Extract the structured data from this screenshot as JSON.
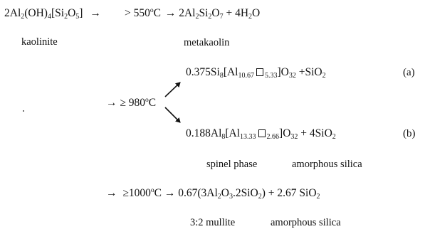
{
  "line1": {
    "reactant_coef": "2Al",
    "reactant_s1": "2",
    "reactant_mid": "(OH)",
    "reactant_s2": "4",
    "reactant_br": "[Si",
    "reactant_s3": "2",
    "reactant_o": "O",
    "reactant_s4": "5",
    "reactant_end": "]",
    "arrow1": "→",
    "temp": "> 550",
    "temp_deg": "o",
    "temp_c": "C",
    "arrow2": "→",
    "product_a": "2Al",
    "product_s1": "2",
    "product_b": "Si",
    "product_s2": "2",
    "product_c": "O",
    "product_s3": "7",
    "product_d": " + 4H",
    "product_s4": "2",
    "product_e": "O"
  },
  "labels_row1": {
    "left": "kaolinite",
    "right": "metakaolin"
  },
  "reaction_a": {
    "p1": "0.375Si",
    "s1": "8",
    "p2": "[Al",
    "s2": "10.67",
    "s3": "5.33",
    "p3": "]O",
    "s4": "32",
    "p4": " +SiO",
    "s5": "2",
    "tag": "(a)"
  },
  "branch": {
    "arrow": "→",
    "temp": "≥ 980",
    "deg": "o",
    "c": "C"
  },
  "reaction_b": {
    "p1": "0.188Al",
    "s1": "8",
    "p2": "[Al",
    "s2": "13.33",
    "s3": "2.66",
    "p3": "]O",
    "s4": "32",
    "p4": " + 4SiO",
    "s5": "2",
    "tag": "(b)"
  },
  "labels_row2": {
    "left": "spinel phase",
    "right": "amorphous silica"
  },
  "line_mullite": {
    "arrow1": "→",
    "temp": "≥1000",
    "deg": "o",
    "c": "C",
    "arrow2": "→",
    "p1": "0.67(3Al",
    "s1": "2",
    "p2": "O",
    "s2": "3",
    "p3": ".2SiO",
    "s3": "2",
    "p4": ") + 2.67 SiO",
    "s4": "2"
  },
  "labels_row3": {
    "left": "3:2 mullite",
    "right": "amorphous silica"
  }
}
